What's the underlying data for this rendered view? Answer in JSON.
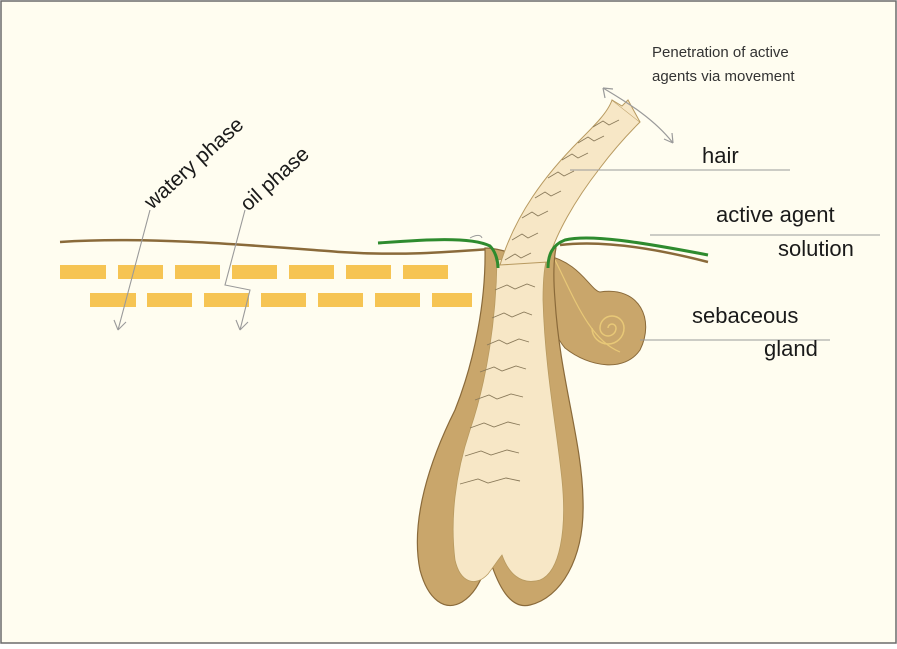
{
  "labels": {
    "penetration_line1": "Penetration of active",
    "penetration_line2": "agents via movement",
    "hair": "hair",
    "active_agent_line1": "active agent",
    "active_agent_line2": "solution",
    "sebaceous_line1": "sebaceous",
    "sebaceous_line2": "gland",
    "watery_phase": "watery phase",
    "oil_phase": "oil phase"
  },
  "colors": {
    "background": "#fffdf0",
    "skin": "#c9a66b",
    "skin_outline": "#8a6a3a",
    "hair": "#f7e7c6",
    "corneocyte": "#f6c453",
    "active_agent": "#2e8b2e"
  }
}
